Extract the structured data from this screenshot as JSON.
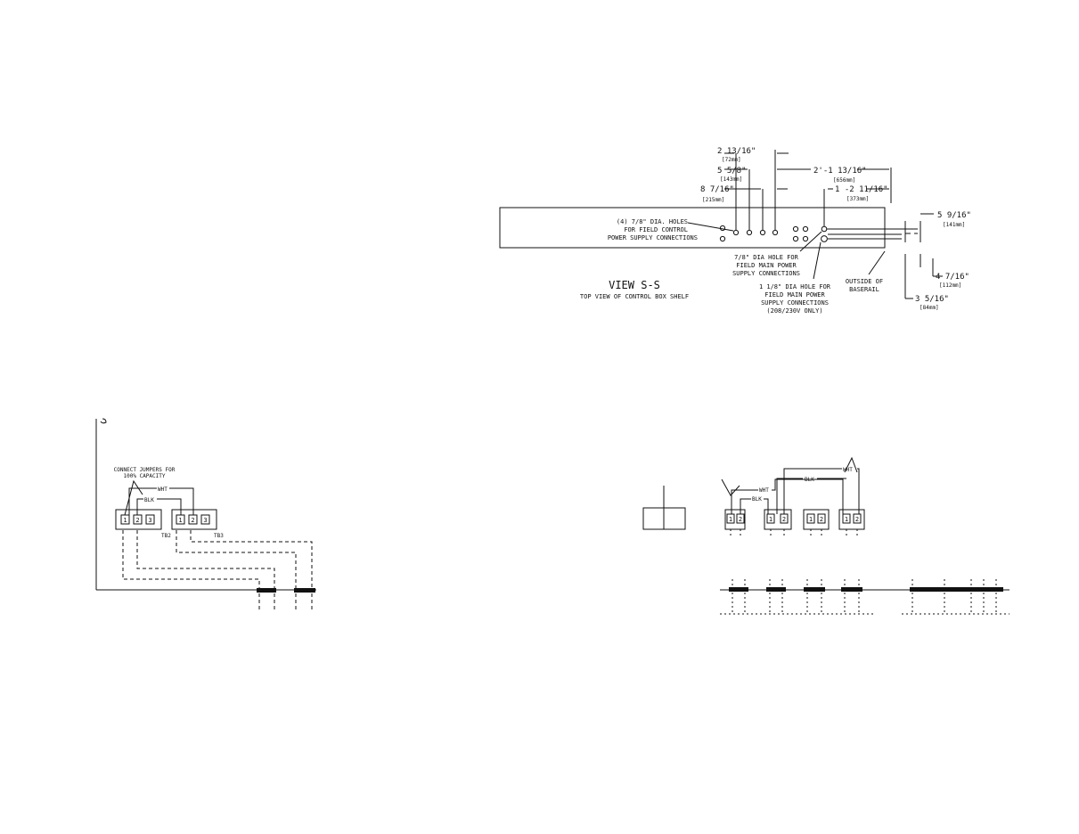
{
  "view": {
    "title": "VIEW S-S",
    "subtitle": "TOP VIEW OF CONTROL BOX SHELF"
  },
  "dimensions": {
    "d1": "2 13/16\"",
    "d1_mm": "[72mm]",
    "d2": "5 5/8\"",
    "d2_mm": "[143mm]",
    "d3": "8 7/16\"",
    "d3_mm": "[215mm]",
    "d4": "2'-1 13/16\"",
    "d4_mm": "[656mm]",
    "d5": "1 -2 11/16\"",
    "d5_mm": "[373mm]",
    "d6": "5 9/16\"",
    "d6_mm": "[141mm]",
    "d7": "4 7/16\"",
    "d7_mm": "[112mm]",
    "d8": "3 5/16\"",
    "d8_mm": "[84mm]"
  },
  "callouts": {
    "holes_control": [
      "(4) 7/8\" DIA. HOLES",
      "FOR FIELD CONTROL",
      "POWER SUPPLY CONNECTIONS"
    ],
    "hole_main": [
      "7/8\" DIA HOLE FOR",
      "FIELD MAIN POWER",
      "SUPPLY CONNECTIONS"
    ],
    "hole_main_208": [
      "1 1/8\" DIA HOLE FOR",
      "FIELD MAIN POWER",
      "SUPPLY CONNECTIONS",
      "(208/230V ONLY)"
    ],
    "baserail": [
      "OUTSIDE OF",
      "BASERAIL"
    ]
  },
  "wiring_left": {
    "note": [
      "CONNECT JUMPERS FOR",
      "100% CAPACITY"
    ],
    "wht": "WHT",
    "blk": "BLK",
    "tb2_label": "TB2",
    "tb3_label": "TB3",
    "tb2_terminals": [
      "1",
      "2",
      "3"
    ],
    "tb3_terminals": [
      "1",
      "2",
      "3"
    ]
  },
  "wiring_right": {
    "wht_a": "WHT",
    "blk_a": "BLK",
    "wht_b": "WHT",
    "blk_b": "BLK",
    "terminals_1": [
      "1",
      "2"
    ],
    "terminals_2": [
      "1",
      "2"
    ],
    "terminals_3": [
      "1",
      "2"
    ],
    "terminals_4": [
      "1",
      "2"
    ]
  }
}
